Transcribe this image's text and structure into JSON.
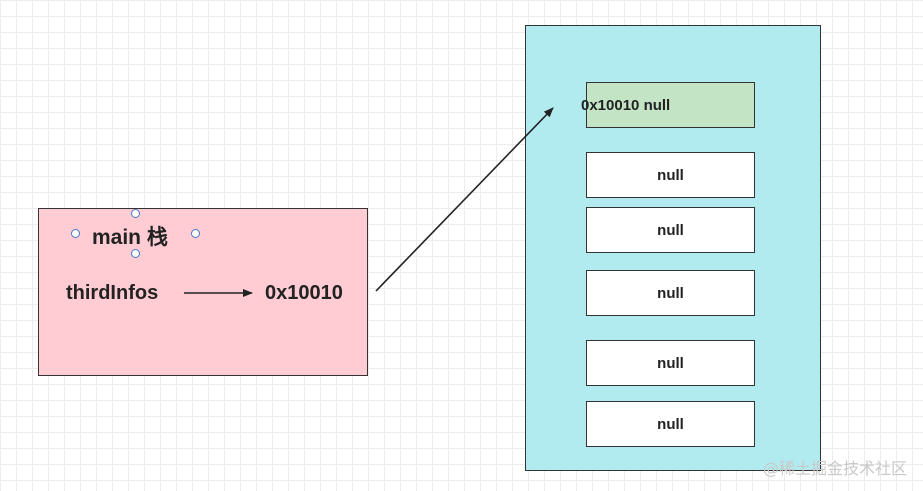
{
  "stack": {
    "title": "main 栈",
    "variable_name": "thirdInfos",
    "variable_value": "0x10010"
  },
  "heap": {
    "cells": [
      {
        "text": "0x10010  null"
      },
      {
        "text": "null"
      },
      {
        "text": "null"
      },
      {
        "text": "null"
      },
      {
        "text": "null"
      },
      {
        "text": "null"
      }
    ]
  },
  "watermark": "@稀土掘金技术社区",
  "colors": {
    "stack_fill": "#ffccd4",
    "heap_fill": "#b1ebef",
    "first_cell_fill": "#c4e4c6",
    "cell_fill": "#ffffff",
    "stroke": "#333333"
  }
}
